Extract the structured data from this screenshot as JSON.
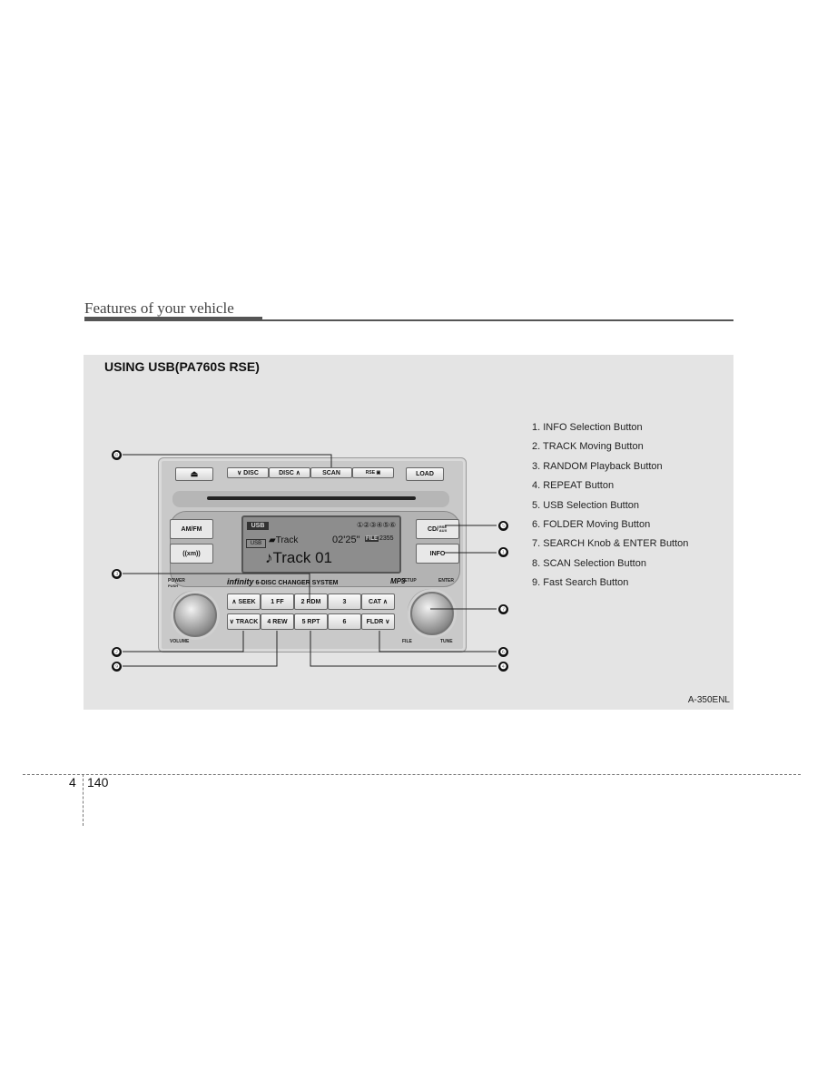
{
  "header": {
    "section_title": "Features of your vehicle"
  },
  "figure": {
    "title": "USING USB(PA760S RSE)",
    "code": "A-350ENL",
    "legend": [
      "1. INFO Selection Button",
      "2. TRACK Moving Button",
      "3. RANDOM Playback Button",
      "4. REPEAT Button",
      "5. USB Selection Button",
      "6. FOLDER Moving Button",
      "7. SEARCH Knob & ENTER Button",
      "8. SCAN Selection Button",
      "9. Fast Search Button"
    ],
    "callouts": [
      "❶",
      "❷",
      "❸",
      "❹",
      "❺",
      "❻",
      "❼",
      "❽",
      "❾"
    ],
    "radio": {
      "top_buttons": {
        "eject": "⏏",
        "disc_down": "∨ DISC",
        "disc_up": "DISC ∧",
        "scan": "SCAN",
        "rse": "RSE",
        "load": "LOAD"
      },
      "side_buttons": {
        "amfm": "AM/FM",
        "xm": "((xm))",
        "cd": "CD/",
        "rse_aux": "RSE AUX",
        "info": "INFO"
      },
      "display": {
        "mode": "USB",
        "mode_small": "USB",
        "discs": "①②③④⑤⑥",
        "track_label": "Track",
        "time": "02'25\"",
        "file_tag": "FILE",
        "file_number": "2355",
        "track_title": "♪Track 01"
      },
      "brand": "infinity",
      "changer": "6-DISC CHANGER SYSTEM",
      "mp3": "MP3",
      "keypad": [
        "∧ SEEK",
        "1 FF",
        "2 RDM",
        "3",
        "CAT ∧",
        "∨ TRACK",
        "4 REW",
        "5 RPT",
        "6",
        "FLDR ∨"
      ],
      "knob_labels": {
        "power": "POWER",
        "push": "PUSH",
        "volume": "VOLUME",
        "setup": "SETUP",
        "enter": "ENTER",
        "file": "FILE",
        "tune": "TUNE"
      }
    }
  },
  "footer": {
    "chapter": "4",
    "page": "140"
  }
}
